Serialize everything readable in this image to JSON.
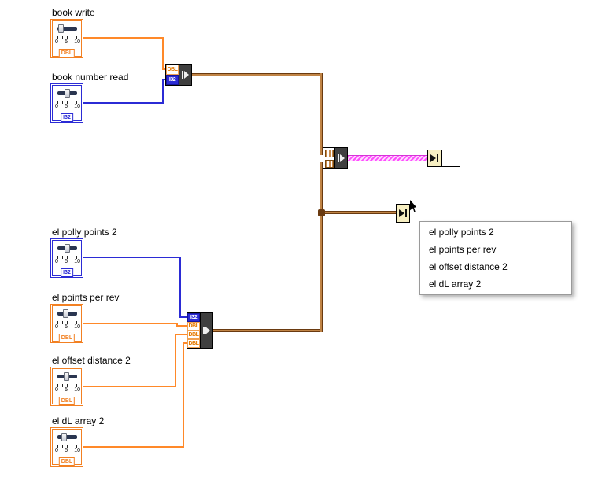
{
  "canvas": {
    "background": "#ffffff"
  },
  "colors": {
    "dbl_orange": "#F28022",
    "i32_blue": "#2B2BD5",
    "cluster_brown": "#8A5220",
    "array_cluster_magenta": "#FF4DFF"
  },
  "icons": {
    "bundle_icon": "right-triangle-with-bar",
    "function_arrow_icon": "right-triangle-with-bar",
    "cluster_glyph": "striped-square",
    "mouse_cursor": "arrow-pointer"
  },
  "controls": [
    {
      "label": "book write",
      "datatype": "DBL",
      "scale": [
        "0",
        "5",
        "10"
      ]
    },
    {
      "label": "book number read",
      "datatype": "I32",
      "scale": [
        "0",
        "5",
        "10"
      ]
    },
    {
      "label": "el polly points 2",
      "datatype": "I32",
      "scale": [
        "0",
        "5",
        "10"
      ]
    },
    {
      "label": "el points per rev",
      "datatype": "DBL",
      "scale": [
        "0",
        "5",
        "10"
      ]
    },
    {
      "label": "el offset distance 2",
      "datatype": "DBL",
      "scale": [
        "0",
        "5",
        "10"
      ]
    },
    {
      "label": "el dL array 2",
      "datatype": "DBL",
      "scale": [
        "0",
        "5",
        "10"
      ]
    }
  ],
  "bundle_top": {
    "terminals": [
      "DBL",
      "I32"
    ]
  },
  "bundle_bottom": {
    "terminals": [
      "I32",
      "DBL",
      "DBL",
      "DBL"
    ]
  },
  "context_menu": {
    "items": [
      "el polly points 2",
      "el points per rev",
      "el offset distance 2",
      "el dL array 2"
    ]
  }
}
